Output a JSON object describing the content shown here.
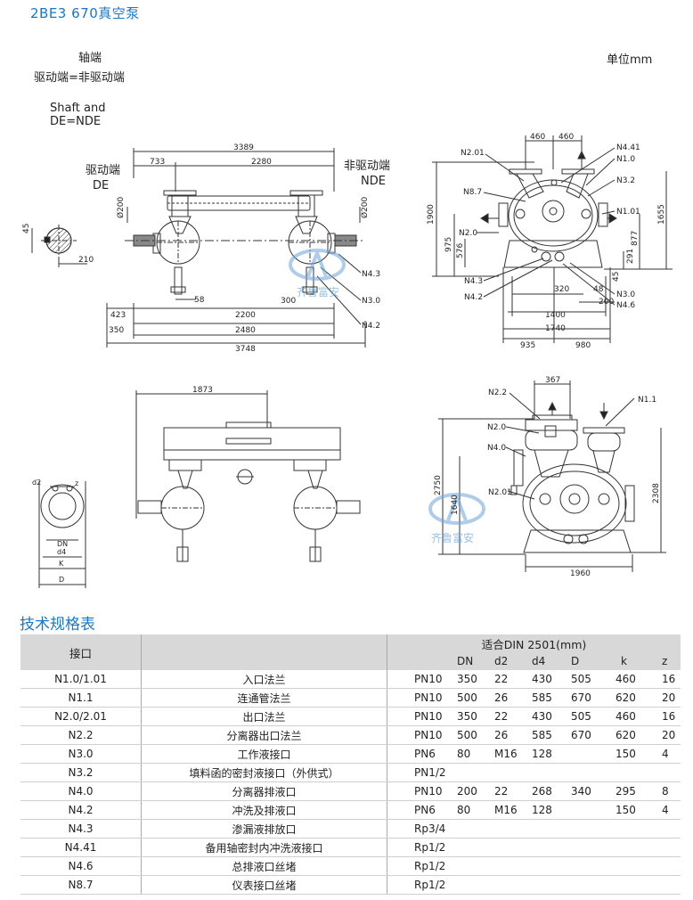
{
  "title": "2BE3 670真空泵",
  "labels": {
    "shaft_end": "轴端",
    "de_equals_nde_cn": "驱动端=非驱动端",
    "unit": "单位mm",
    "shaft_and": "Shaft and",
    "de_equals_nde_en": "DE=NDE",
    "de_cn": "驱动端",
    "de_en": "DE",
    "nde_cn": "非驱动端",
    "nde_en": "NDE",
    "watermark": "齐鲁富安"
  },
  "dims": {
    "d3389": "3389",
    "d733": "733",
    "d2280": "2280",
    "d200a": "Ø200",
    "d200b": "Ø200",
    "d45": "45",
    "d210": "210",
    "d58": "58",
    "d300": "300",
    "d423": "423",
    "d2200": "2200",
    "d350": "350",
    "d2480": "2480",
    "d3748": "3748",
    "d460a": "460",
    "d460b": "460",
    "d1900": "1900",
    "d975": "975",
    "d576": "576",
    "d1655": "1655",
    "d877": "877",
    "d45b": "45",
    "d291": "291",
    "d320": "320",
    "d48": "48",
    "d200c": "200",
    "d1400": "1400",
    "d1740": "1740",
    "d935": "935",
    "d980": "980",
    "d1873": "1873",
    "d367": "367",
    "d2750": "2750",
    "d1640": "1640",
    "d2308": "2308",
    "d1960": "1960",
    "sym_d2": "d2",
    "sym_z": "z",
    "sym_dn": "DN",
    "sym_d4": "d4",
    "sym_k": "K",
    "sym_d": "D"
  },
  "callouts": {
    "n201": "N2.01",
    "n441": "N4.41",
    "n10": "N1.0",
    "n87": "N8.7",
    "n32": "N3.2",
    "n101": "N1.01",
    "n20": "N2.0",
    "n43a": "N4.3",
    "n42a": "N4.2",
    "n30a": "N3.0",
    "n46": "N4.6",
    "n43b": "N4.3",
    "n30b": "N3.0",
    "n42b": "N4.2",
    "n22": "N2.2",
    "n11": "N1.1",
    "n20b": "N2.0",
    "n40": "N4.0",
    "n201b": "N2.01"
  },
  "spec": {
    "title": "技术规格表",
    "col_port": "接口",
    "col_din": "适合DIN 2501(mm)",
    "cols": [
      "DN",
      "d2",
      "d4",
      "D",
      "k",
      "z"
    ],
    "rows": [
      {
        "port": "N1.0/1.01",
        "desc": "入口法兰",
        "pn": "PN10",
        "dn": "350",
        "d2": "22",
        "d4": "430",
        "D": "505",
        "k": "460",
        "z": "16"
      },
      {
        "port": "N1.1",
        "desc": "连通管法兰",
        "pn": "PN10",
        "dn": "500",
        "d2": "26",
        "d4": "585",
        "D": "670",
        "k": "620",
        "z": "20"
      },
      {
        "port": "N2.0/2.01",
        "desc": "出口法兰",
        "pn": "PN10",
        "dn": "350",
        "d2": "22",
        "d4": "430",
        "D": "505",
        "k": "460",
        "z": "16"
      },
      {
        "port": "N2.2",
        "desc": "分离器出口法兰",
        "pn": "PN10",
        "dn": "500",
        "d2": "26",
        "d4": "585",
        "D": "670",
        "k": "620",
        "z": "20"
      },
      {
        "port": "N3.0",
        "desc": "工作液接口",
        "pn": "PN6",
        "dn": "80",
        "d2": "M16",
        "d4": "128",
        "D": "",
        "k": "150",
        "z": "4"
      },
      {
        "port": "N3.2",
        "desc": "填料函的密封液接口（外供式）",
        "pn": "PN1/2",
        "dn": "",
        "d2": "",
        "d4": "",
        "D": "",
        "k": "",
        "z": ""
      },
      {
        "port": "N4.0",
        "desc": "分离器排液口",
        "pn": "PN10",
        "dn": "200",
        "d2": "22",
        "d4": "268",
        "D": "340",
        "k": "295",
        "z": "8"
      },
      {
        "port": "N4.2",
        "desc": "冲洗及排液口",
        "pn": "PN6",
        "dn": "80",
        "d2": "M16",
        "d4": "128",
        "D": "",
        "k": "150",
        "z": "4"
      },
      {
        "port": "N4.3",
        "desc": "渗漏液排放口",
        "pn": "Rp3/4",
        "dn": "",
        "d2": "",
        "d4": "",
        "D": "",
        "k": "",
        "z": ""
      },
      {
        "port": "N4.41",
        "desc": "备用轴密封内冲洗液接口",
        "pn": "Rp1/2",
        "dn": "",
        "d2": "",
        "d4": "",
        "D": "",
        "k": "",
        "z": ""
      },
      {
        "port": "N4.6",
        "desc": "总排液口丝堵",
        "pn": "Rp1/2",
        "dn": "",
        "d2": "",
        "d4": "",
        "D": "",
        "k": "",
        "z": ""
      },
      {
        "port": "N8.7",
        "desc": "仪表接口丝堵",
        "pn": "Rp1/2",
        "dn": "",
        "d2": "",
        "d4": "",
        "D": "",
        "k": "",
        "z": ""
      }
    ]
  },
  "colors": {
    "accent": "#1a78c2",
    "line": "#333333",
    "header_bg": "#d8d8d8",
    "watermark": "#6fa6d6"
  }
}
